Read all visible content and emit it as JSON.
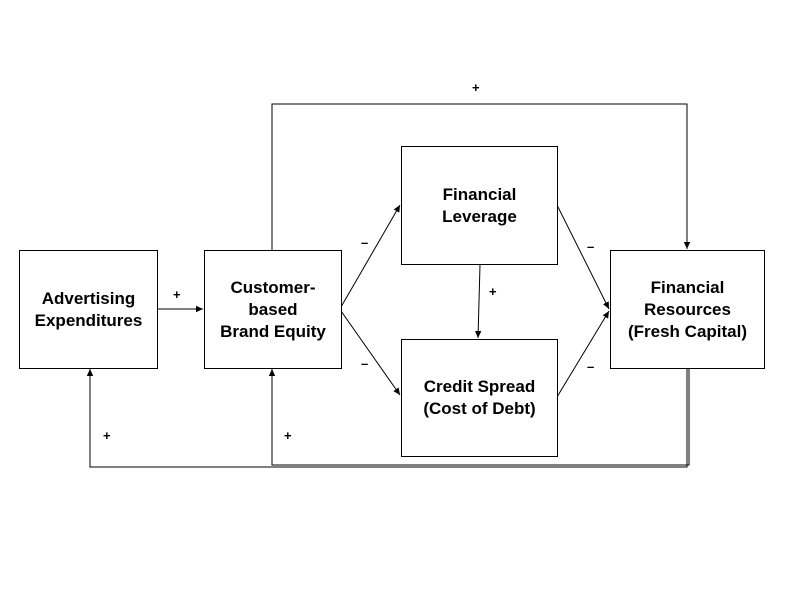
{
  "nodes": {
    "advertising": {
      "line1": "Advertising",
      "line2": "Expenditures"
    },
    "brand_equity": {
      "line1": "Customer-",
      "line2": "based",
      "line3": "Brand Equity"
    },
    "leverage": {
      "line1": "Financial",
      "line2": "Leverage"
    },
    "credit_spread": {
      "line1": "Credit Spread",
      "line2": "(Cost of Debt)"
    },
    "resources": {
      "line1": "Financial",
      "line2": "Resources",
      "line3": "(Fresh Capital)"
    }
  },
  "signs": {
    "top_loop": "+",
    "adv_to_brand": "+",
    "brand_to_leverage": "–",
    "brand_to_spread": "–",
    "leverage_to_spread": "+",
    "leverage_to_resources": "–",
    "spread_to_resources": "–",
    "feedback_to_adv": "+",
    "feedback_to_brand": "+"
  }
}
